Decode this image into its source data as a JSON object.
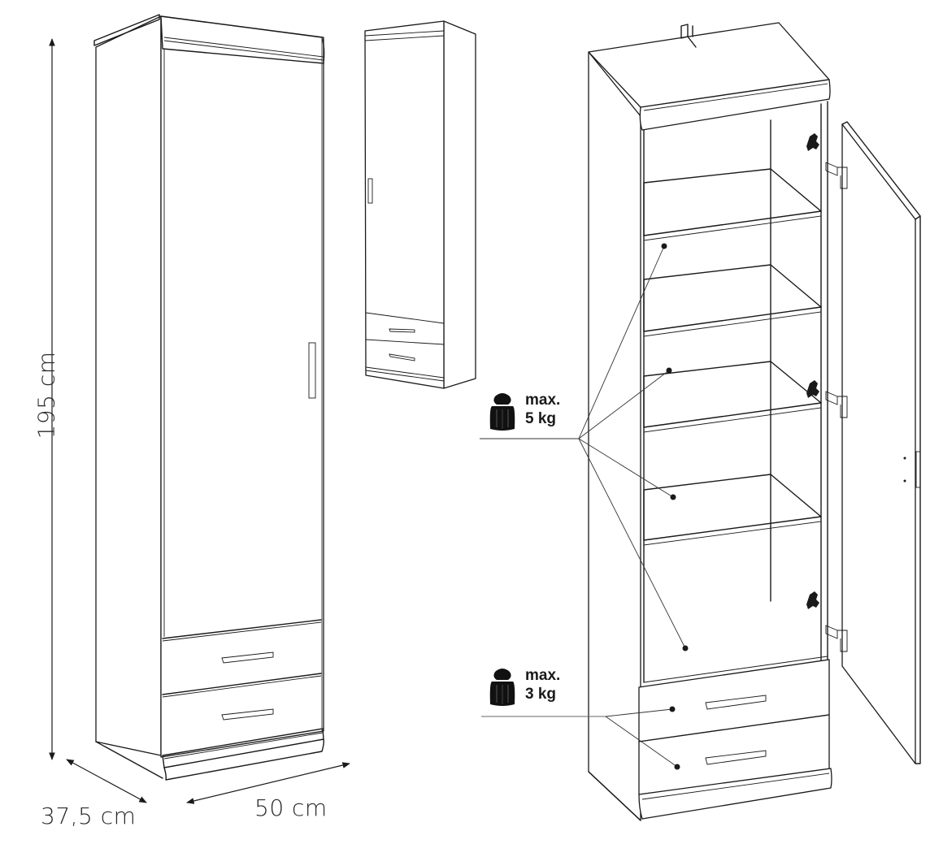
{
  "diagram": {
    "subject": "Tall single-door cabinet with two drawers",
    "views": [
      {
        "id": "main-view",
        "label": "Closed cabinet with dimensions"
      },
      {
        "id": "thumbnail-view",
        "label": "Small closed cabinet view"
      },
      {
        "id": "open-view",
        "label": "Open cabinet showing shelves, hinges and load limits"
      }
    ]
  },
  "dimensions": {
    "height": "195 cm",
    "depth": "37,5 cm",
    "width": "50 cm"
  },
  "load_limits": {
    "shelves": {
      "line1": "max.",
      "line2": "5 kg",
      "icon": "weight-icon",
      "shelf_count": 4
    },
    "drawers": {
      "line1": "max.",
      "line2": "3 kg",
      "icon": "weight-icon",
      "drawer_count": 2
    }
  },
  "colors": {
    "line": "#1a1a1a",
    "background": "#ffffff",
    "text": "#2a2a2a"
  }
}
